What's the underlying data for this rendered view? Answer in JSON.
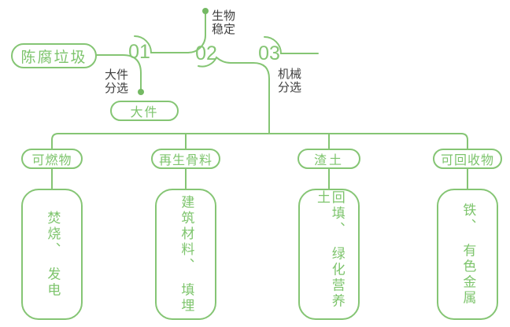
{
  "palette": {
    "line_green": "#85C574",
    "text_green": "#7DC46C",
    "dot_green": "#74B963",
    "label_dark": "#3E3E3E"
  },
  "source": {
    "label": "陈腐垃圾"
  },
  "steps": [
    {
      "number": "01",
      "label": "大件\n分选"
    },
    {
      "number": "02",
      "label": "生物\n稳定"
    },
    {
      "number": "03",
      "label": "机械\n分选"
    }
  ],
  "bulky_output": {
    "label": "大件"
  },
  "branches": [
    {
      "category": "可燃物",
      "result": "焚烧、　发电"
    },
    {
      "category": "再生骨料",
      "result": "建筑材料、　填埋"
    },
    {
      "category": "渣土",
      "result": "回填、　绿化营养土"
    },
    {
      "category": "可回收物",
      "result": "铁、　有色金属"
    }
  ]
}
